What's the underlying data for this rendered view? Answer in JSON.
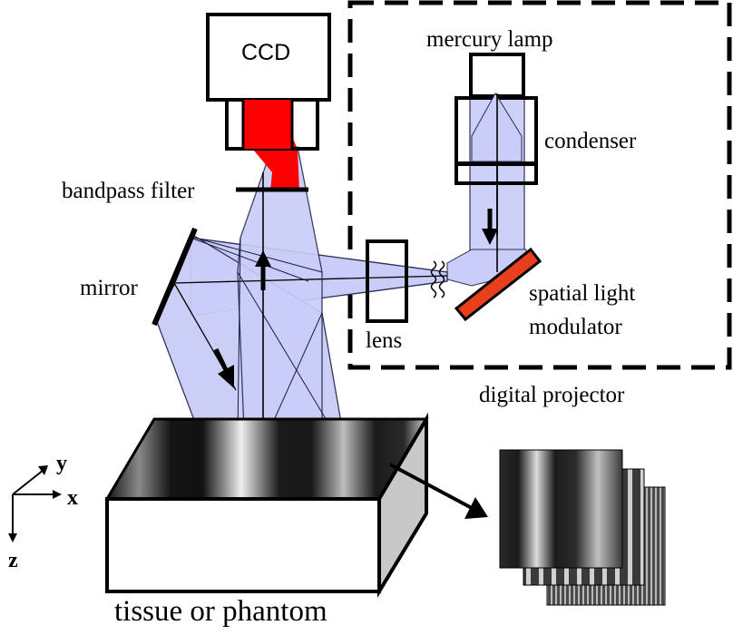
{
  "labels": {
    "ccd": "CCD",
    "mercury_lamp": "mercury lamp",
    "condenser": "condenser",
    "bandpass_filter": "bandpass filter",
    "mirror": "mirror",
    "slm_line1": "spatial light",
    "slm_line2": "modulator",
    "lens": "lens",
    "digital_projector": "digital projector",
    "axis_x": "x",
    "axis_y": "y",
    "axis_z": "z",
    "sample": "tissue or phantom"
  },
  "colors": {
    "beam": "#c9cdf7",
    "detected_light": "#ff0000",
    "slm": "#e8401c",
    "box_side": "#c8c8c8",
    "outline": "#000000"
  },
  "icons": [
    "arrow-up-icon",
    "arrow-down-icon",
    "coordinate-axes-icon"
  ]
}
